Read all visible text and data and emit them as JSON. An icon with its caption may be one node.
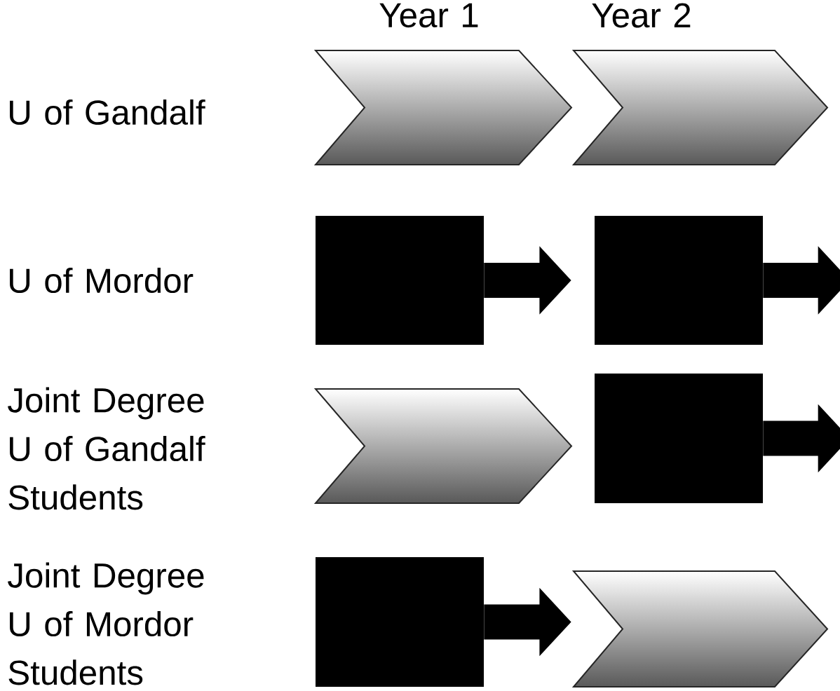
{
  "diagram": {
    "nodes": [
      {
        "text": [],
        "shape": "chevron"
      },
      {
        "text": [],
        "shape": "chevron"
      },
      {
        "text": [],
        "shape": "box"
      },
      {
        "text": [],
        "shape": "box"
      },
      {
        "text": [],
        "shape": "chevron"
      },
      {
        "text": [],
        "shape": "box"
      },
      {
        "text": [],
        "shape": "box"
      },
      {
        "text": [],
        "shape": "chevron"
      }
    ],
    "edges": [
      {
        "from": 2,
        "to": 3,
        "arrow": "to"
      },
      {
        "from": 3,
        "to": null,
        "arrow": "to"
      },
      {
        "from": 5,
        "to": null,
        "arrow": "to"
      },
      {
        "from": 6,
        "to": 7,
        "arrow": "to"
      }
    ],
    "labels": [
      "Year 1",
      "Year 2",
      "U of Gandalf",
      "U of Mordor",
      "Joint Degree U of Gandalf Students",
      "Joint Degree U of Mordor Students"
    ]
  }
}
